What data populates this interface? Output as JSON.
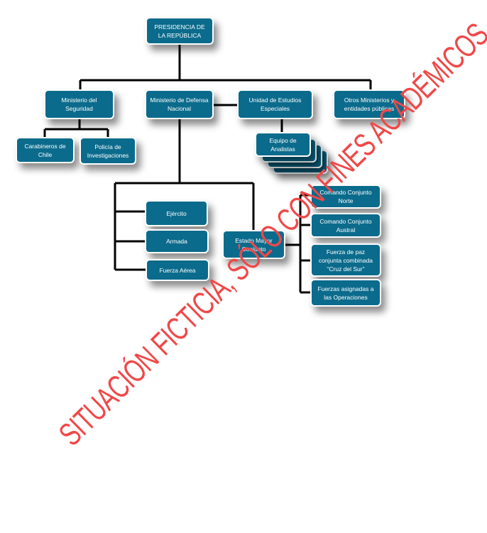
{
  "nodes": {
    "presidencia": "PRESIDENCIA DE LA REPÚBLICA",
    "min_seguridad": "Ministerio del Seguridad",
    "min_defensa": "Ministerio de Defensa Nacional",
    "unidad_estudios": "Unidad de Estudios Especiales",
    "otros_ministerios": "Otros Ministerios y entidades públicas",
    "carabineros": "Carabineros de Chile",
    "policia": "Policía de Investigaciones",
    "equipo_analistas": "Equipo de Analistas",
    "ejercito": "Ejército",
    "armada": "Armada",
    "fuerza_aerea": "Fuerza Aérea",
    "estado_mayor": "Estado Mayor Conjunto",
    "comando_norte": "Comando Conjunto Norte",
    "comando_austral": "Comando Conjunto Austral",
    "fuerza_paz": "Fuerza de paz conjunta combinada “Cruz del Sur”",
    "fuerzas_asignadas": "Fuerzas asignadas a las Operaciones"
  },
  "watermark": "SITUACIÓN FICTICIA, SÓLO CON FINES ACADÉMICOS",
  "colors": {
    "box": "#0b6b8c",
    "line": "#000000",
    "watermark": "#f04848"
  }
}
